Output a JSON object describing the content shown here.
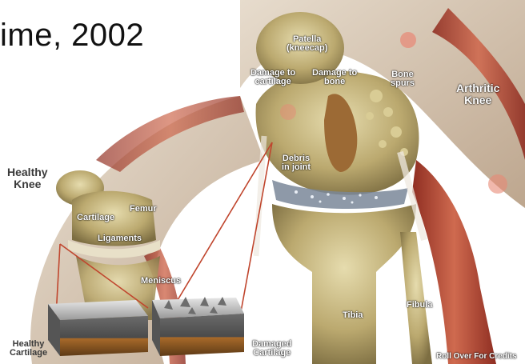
{
  "headline": "ime, 2002",
  "labels": {
    "patella": "Patella",
    "kneecap": "(kneecap)",
    "damage_cartilage_1": "Damage to",
    "damage_cartilage_2": "cartilage",
    "damage_bone_1": "Damage to",
    "damage_bone_2": "bone",
    "bone_spurs_1": "Bone",
    "bone_spurs_2": "spurs",
    "arthritic_1": "Arthritic",
    "arthritic_2": "Knee",
    "healthy_1": "Healthy",
    "healthy_2": "Knee",
    "femur": "Femur",
    "cartilage": "Cartilage",
    "ligaments": "Ligaments",
    "meniscus": "Meniscus",
    "debris_1": "Debris",
    "debris_2": "in joint",
    "tibia": "Tibia",
    "fibula": "Fibula",
    "healthy_cartilage_1": "Healthy",
    "healthy_cartilage_2": "Cartilage",
    "damaged_cartilage_1": "Damaged",
    "damaged_cartilage_2": "Cartilage",
    "credits": "Roll Over For Credits"
  },
  "colors": {
    "bone": "#cfc08a",
    "bone_dark": "#8c7d4e",
    "muscle": "#b5493a",
    "skin": "#d8c7b3",
    "pointer": "#c0462e"
  }
}
